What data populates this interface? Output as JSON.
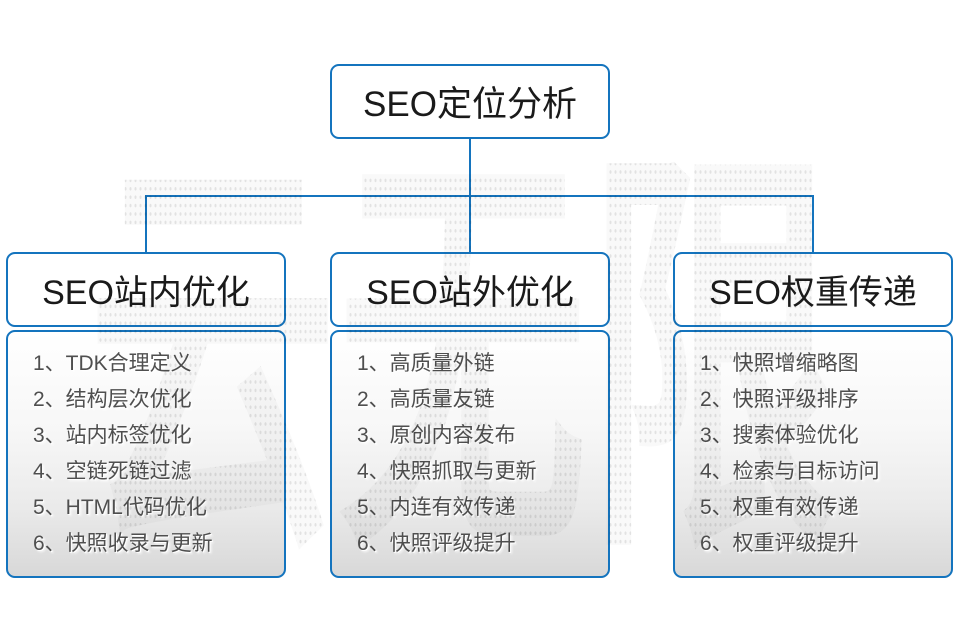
{
  "page": {
    "watermark_text": "云无限"
  },
  "colors": {
    "line_blue": "#1474be",
    "node_text": "#1a1a1a",
    "item_text": "#4f4f4f"
  },
  "root": {
    "label": "SEO定位分析"
  },
  "branches": [
    {
      "title": "SEO站内优化",
      "items": [
        "1、TDK合理定义",
        "2、结构层次优化",
        "3、站内标签优化",
        "4、空链死链过滤",
        "5、HTML代码优化",
        "6、快照收录与更新"
      ]
    },
    {
      "title": "SEO站外优化",
      "items": [
        "1、高质量外链",
        "2、高质量友链",
        "3、原创内容发布",
        "4、快照抓取与更新",
        "5、内连有效传递",
        "6、快照评级提升"
      ]
    },
    {
      "title": "SEO权重传递",
      "items": [
        "1、快照增缩略图",
        "2、快照评级排序",
        "3、搜索体验优化",
        "4、检索与目标访问",
        "5、权重有效传递",
        "6、权重评级提升"
      ]
    }
  ]
}
